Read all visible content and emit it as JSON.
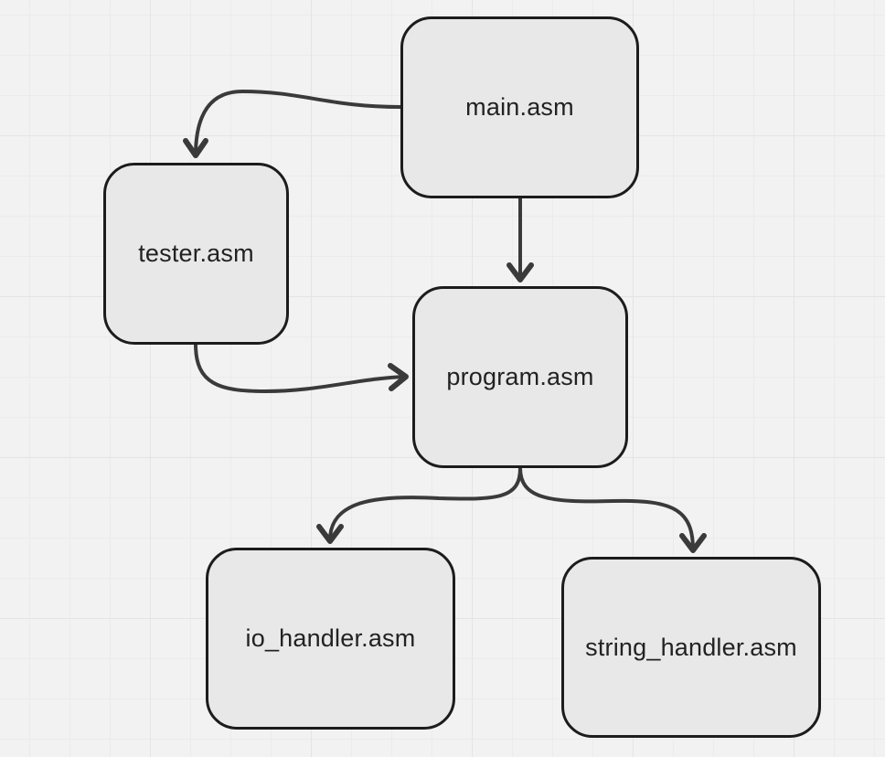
{
  "diagram": {
    "nodes": {
      "main": {
        "label": "main.asm"
      },
      "tester": {
        "label": "tester.asm"
      },
      "program": {
        "label": "program.asm"
      },
      "io_handler": {
        "label": "io_handler.asm"
      },
      "string_handler": {
        "label": "string_handler.asm"
      }
    },
    "edges": [
      {
        "from": "main.asm",
        "to": "tester.asm"
      },
      {
        "from": "main.asm",
        "to": "program.asm"
      },
      {
        "from": "tester.asm",
        "to": "program.asm"
      },
      {
        "from": "program.asm",
        "to": "io_handler.asm"
      },
      {
        "from": "program.asm",
        "to": "string_handler.asm"
      }
    ],
    "colors": {
      "background": "#f2f2f2",
      "node_fill": "#e8e8e8",
      "node_border": "#1c1c1c",
      "edge": "#3a3a3a",
      "text": "#222222"
    }
  }
}
